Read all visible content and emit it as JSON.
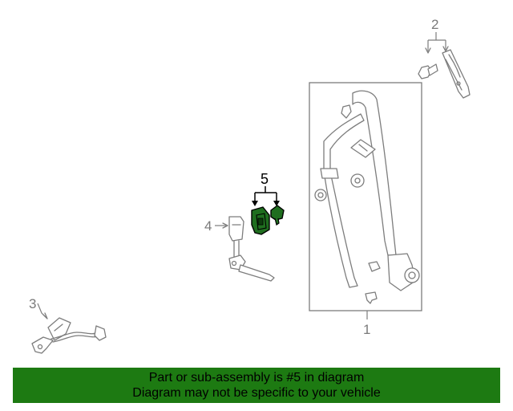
{
  "callouts": {
    "c1": "1",
    "c2": "2",
    "c3": "3",
    "c4": "4",
    "c5": "5"
  },
  "highlighted_callout": "5",
  "colors": {
    "footer_bg": "#1d7a12",
    "highlight_part": "#1f6e1f",
    "line_art": "#7d7d7d"
  },
  "footer": {
    "line1": "Part or sub-assembly is #5 in diagram",
    "line2": "Diagram may not be specific to your vehicle"
  }
}
